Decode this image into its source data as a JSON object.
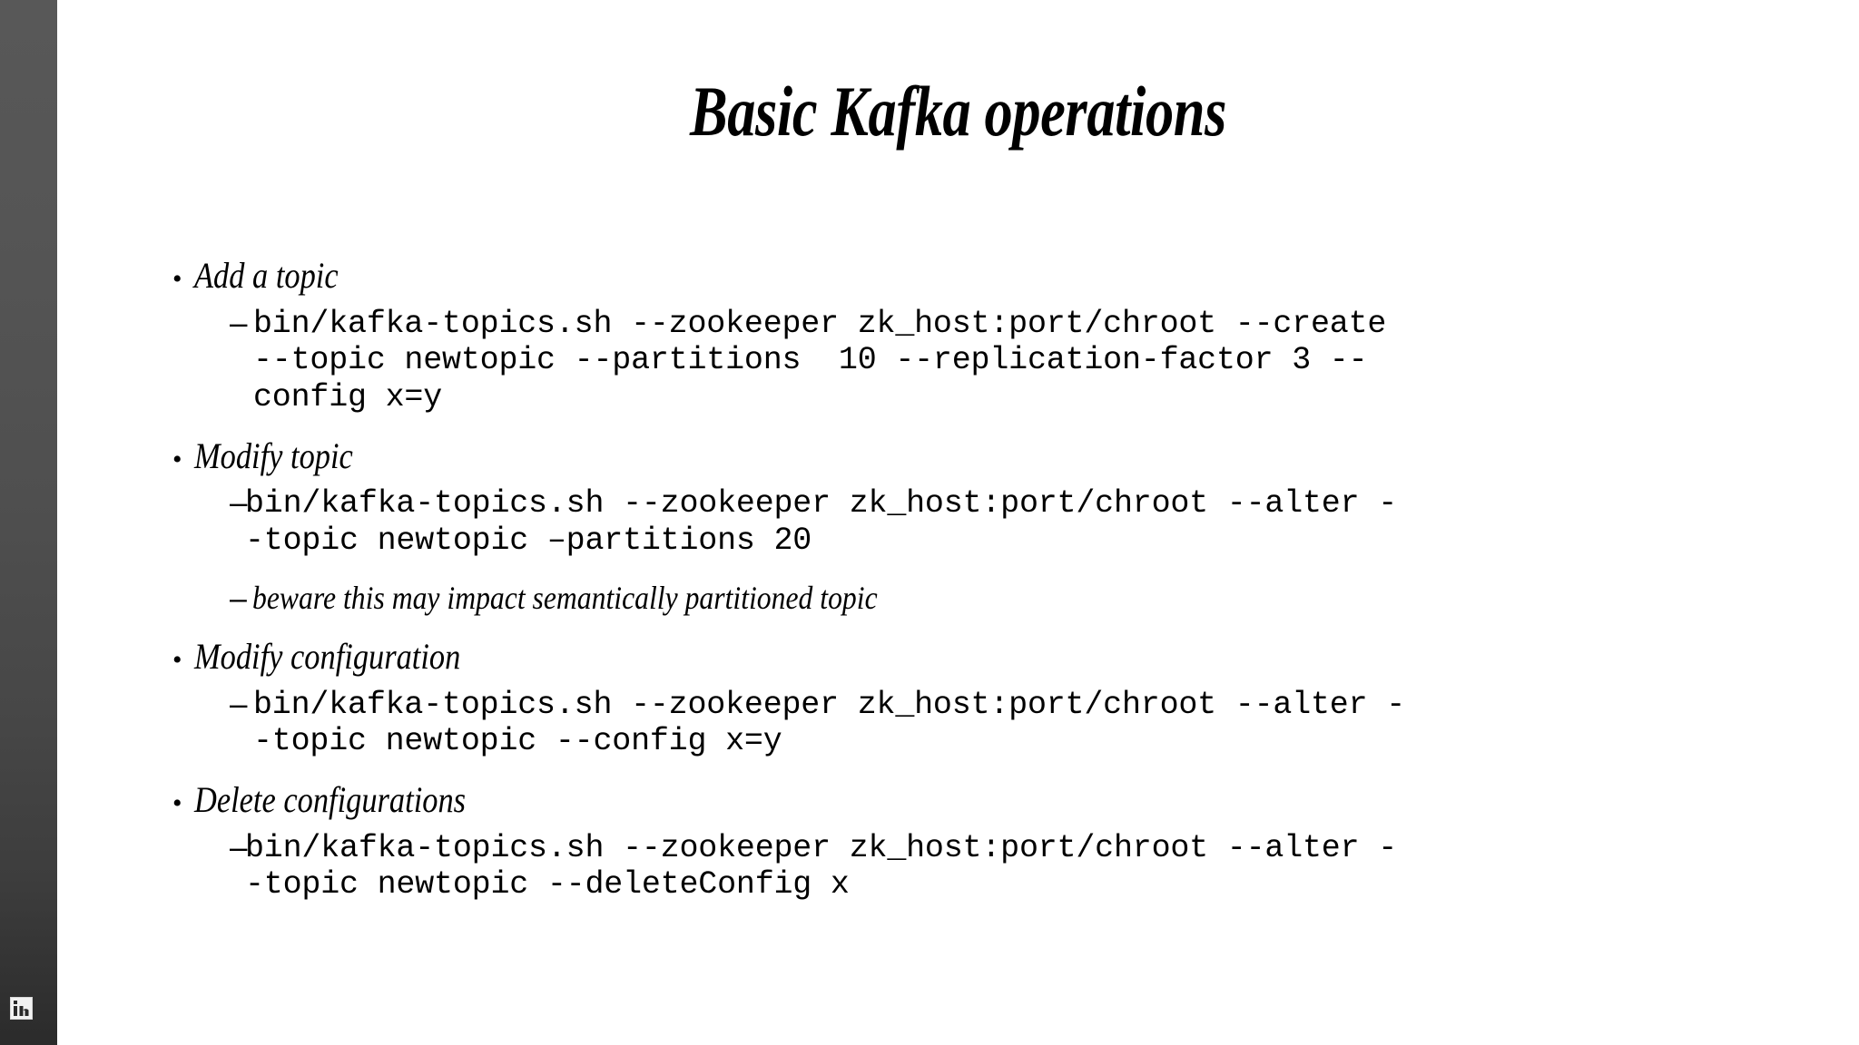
{
  "slide": {
    "title": "Basic Kafka operations",
    "bullet_marker": "•",
    "dash_marker": "–"
  },
  "sidebar": {
    "logo_name": "linkedin-logo",
    "logo_text": "in",
    "background_top_color": "#585858",
    "background_bottom_color": "#2b2b2b"
  },
  "sections": [
    {
      "heading": "Add a topic",
      "code": "bin/kafka-topics.sh --zookeeper zk_host:port/chroot --create --topic newtopic --partitions  10 --replication-factor 3 --config x=y"
    },
    {
      "heading": "Modify topic",
      "code": "bin/kafka-topics.sh --zookeeper zk_host:port/chroot --alter --topic newtopic –partitions 20",
      "note": "beware this may impact semantically partitioned topic"
    },
    {
      "heading": "Modify configuration",
      "code": "bin/kafka-topics.sh --zookeeper zk_host:port/chroot --alter --topic newtopic --config x=y"
    },
    {
      "heading": "Delete configurations",
      "code": "bin/kafka-topics.sh --zookeeper zk_host:port/chroot --alter --topic newtopic --deleteConfig x"
    }
  ]
}
